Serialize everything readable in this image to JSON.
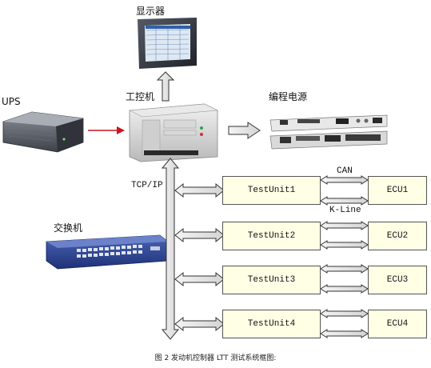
{
  "labels": {
    "monitor": "显示器",
    "ipc": "工控机",
    "power": "编程电源",
    "ups": "UPS",
    "switch": "交换机",
    "tcpip": "TCP/IP",
    "can": "CAN",
    "kline": "K-Line"
  },
  "units": [
    {
      "test": "TestUnit1",
      "ecu": "ECU1"
    },
    {
      "test": "TestUnit2",
      "ecu": "ECU2"
    },
    {
      "test": "TestUnit3",
      "ecu": "ECU3"
    },
    {
      "test": "TestUnit4",
      "ecu": "ECU4"
    }
  ],
  "caption": "图 2  发动机控制器 LTT 测试系统框图:"
}
